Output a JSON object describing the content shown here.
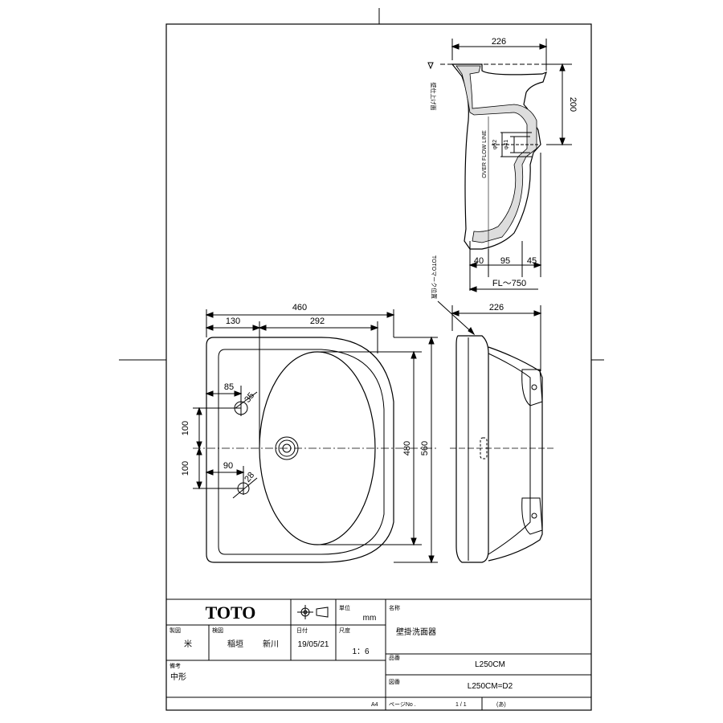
{
  "title_block": {
    "logo": "TOTO",
    "unit_label": "単位",
    "unit": "mm",
    "name_label": "名称",
    "product_name": "壁掛洗面器",
    "made_label": "製図",
    "made_value": "米",
    "check_label": "検図",
    "check_value1": "稲垣",
    "check_value2": "新川",
    "date_label": "日付",
    "date": "19/05/21",
    "scale_label": "尺度",
    "scale": "1：6",
    "part_label": "品番",
    "part_no": "L250CM",
    "drawing_label": "図番",
    "drawing_no": "L250CM=D2",
    "remarks_label": "備考",
    "remarks": "中形",
    "paper": "A4",
    "page_label": "ページNo .",
    "page": "1 / 1",
    "revision": "(あ)"
  },
  "side_section": {
    "width": "226",
    "height": "200",
    "wall_label": "壁仕上げ面",
    "overflow_label": "OVER FLOW LINE",
    "phi62": "φ62",
    "phi41": "φ41",
    "bottom_40": "40",
    "bottom_95": "95",
    "bottom_45": "45",
    "fl": "FL～750",
    "mark_label": "TOTOマーク位置"
  },
  "plan_view": {
    "width_460": "460",
    "dim_130": "130",
    "dim_292": "292",
    "dim_85": "85",
    "dim_35": "35",
    "dim_100_top": "100",
    "dim_100_bottom": "100",
    "dim_90": "90",
    "dim_28": "28",
    "dim_480": "480",
    "dim_560": "560"
  },
  "side_view": {
    "width": "226"
  }
}
